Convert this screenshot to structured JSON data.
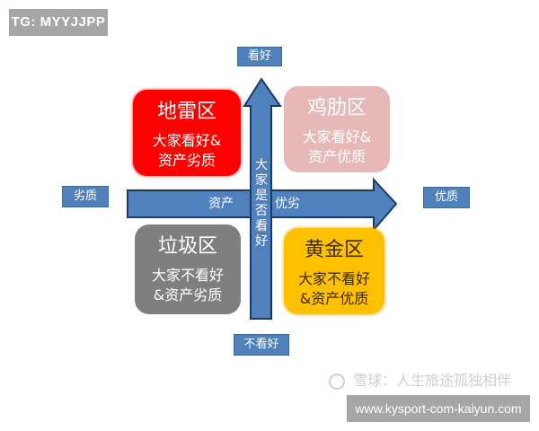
{
  "tag_badge": {
    "text": "TG: MYYJJPP"
  },
  "axes": {
    "top_label": "看好",
    "bottom_label": "不看好",
    "left_label": "劣质",
    "right_label": "优质",
    "horizontal_arrow_left_text": "资产",
    "horizontal_arrow_right_text": "优劣",
    "vertical_arrow_text": [
      "大",
      "家",
      "是",
      "否",
      "看",
      "好"
    ]
  },
  "quadrants": [
    {
      "title": "地雷区",
      "desc_line1": "大家看好&",
      "desc_line2": "资产劣质",
      "color": "#ff0000"
    },
    {
      "title": "鸡肋区",
      "desc_line1": "大家看好&",
      "desc_line2": "资产优质",
      "color": "#e6b9b8"
    },
    {
      "title": "垃圾区",
      "desc_line1": "大家不看好",
      "desc_line2": "&资产劣质",
      "color": "#7f7f7f"
    },
    {
      "title": "黄金区",
      "desc_line1": "大家不看好",
      "desc_line2": "&资产优质",
      "color": "#ffc000"
    }
  ],
  "watermark": {
    "icon": "xueqiu-logo-icon",
    "text": "雪球：人生旅途孤独相伴"
  },
  "url_badge": {
    "text": "www.kysport-com-kaiyun.com"
  },
  "colors": {
    "arrow": "#4f81bd",
    "arrow_border": "#1f3864"
  }
}
